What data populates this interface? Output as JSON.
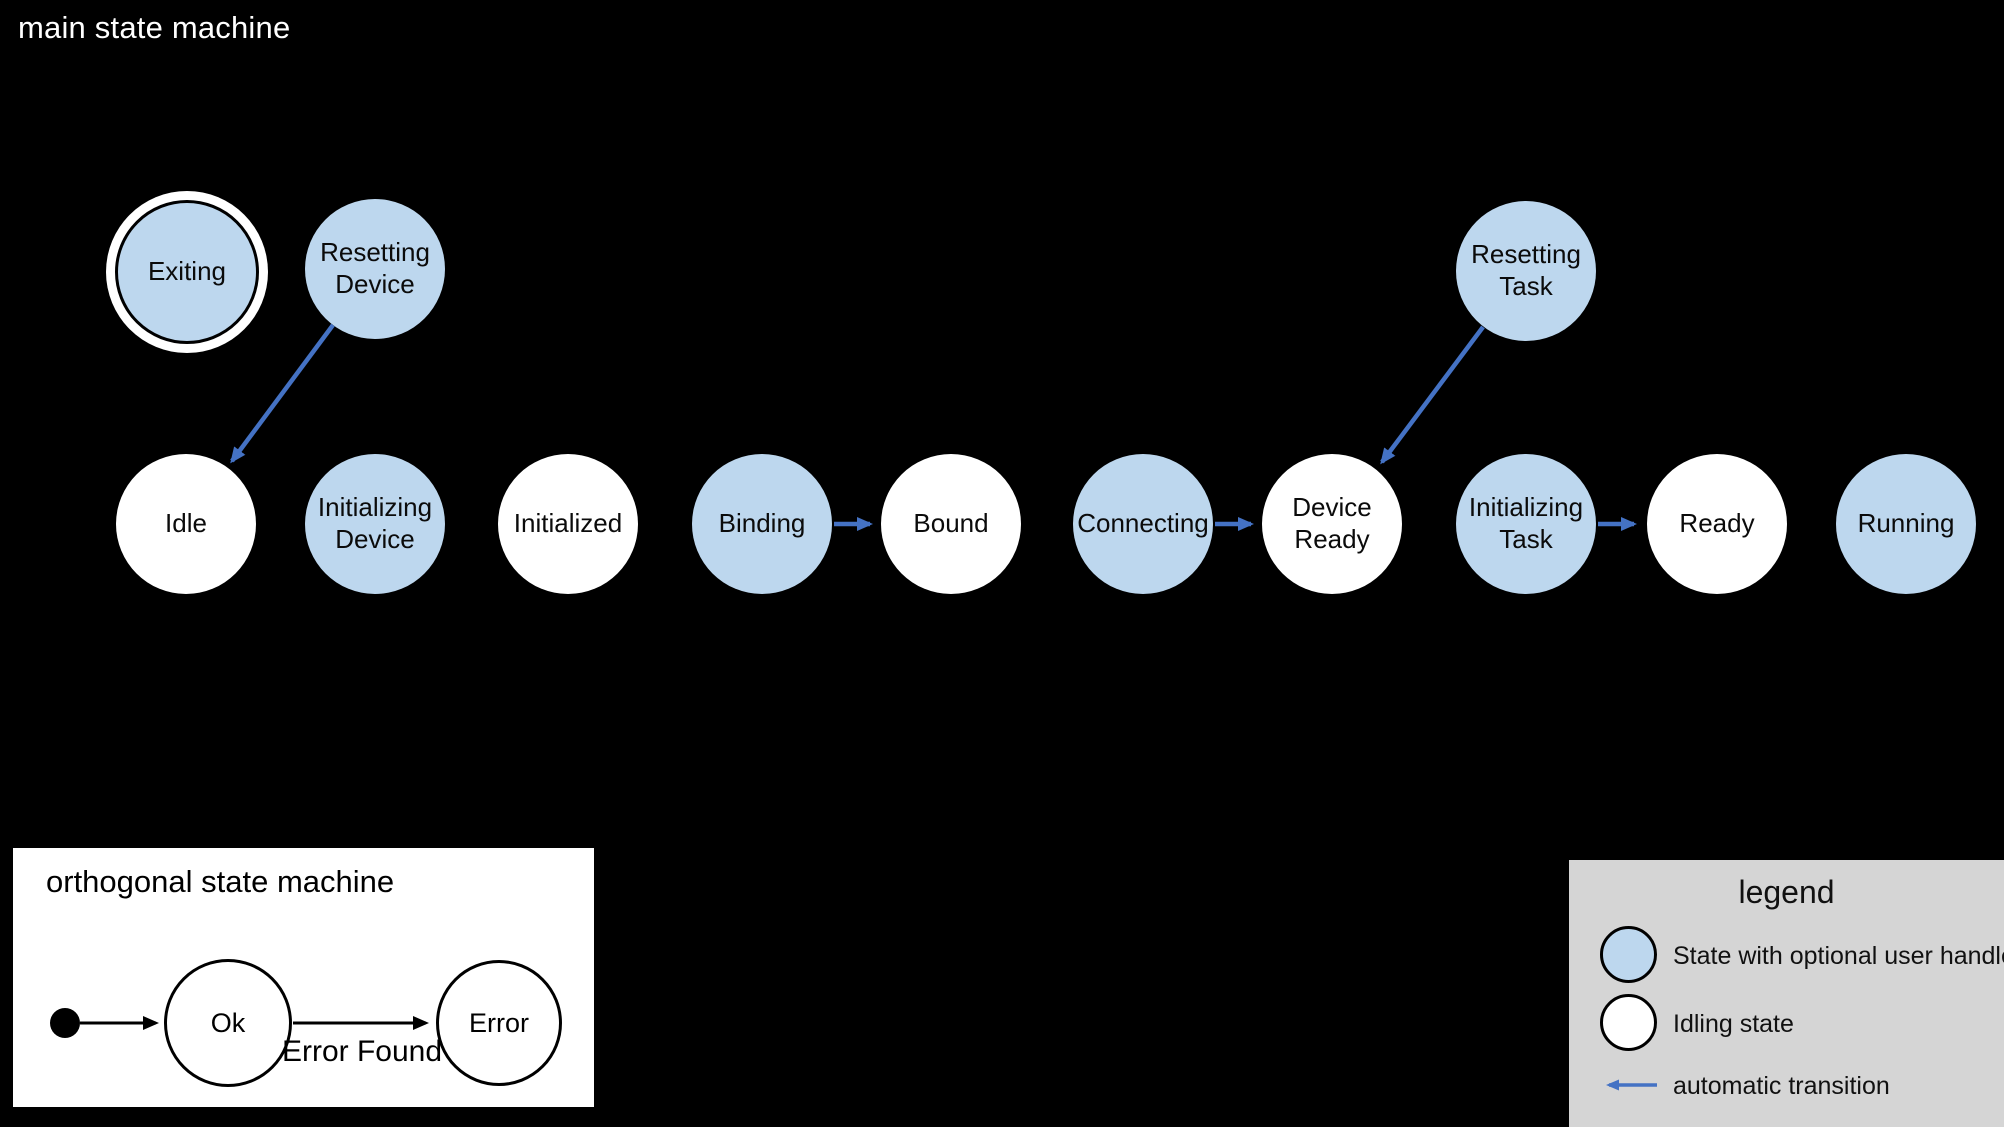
{
  "colors": {
    "background": "#000000",
    "handler_state_fill": "#bdd7ee",
    "idling_state_fill": "#ffffff",
    "automatic_transition_blue": "#4472c4",
    "legend_background": "#d5d5d5",
    "outline": "#000000",
    "title_text": "#ffffff"
  },
  "main": {
    "title": "main state machine",
    "states": [
      {
        "id": "exiting",
        "label": "Exiting",
        "type": "handler",
        "final": true
      },
      {
        "id": "resetting-device",
        "label": "Resetting Device",
        "type": "handler"
      },
      {
        "id": "resetting-task",
        "label": "Resetting Task",
        "type": "handler"
      },
      {
        "id": "idle",
        "label": "Idle",
        "type": "idling"
      },
      {
        "id": "initializing-device",
        "label": "Initializing Device",
        "type": "handler"
      },
      {
        "id": "initialized",
        "label": "Initialized",
        "type": "idling"
      },
      {
        "id": "binding",
        "label": "Binding",
        "type": "handler"
      },
      {
        "id": "bound",
        "label": "Bound",
        "type": "idling"
      },
      {
        "id": "connecting",
        "label": "Connecting",
        "type": "handler"
      },
      {
        "id": "device-ready",
        "label": "Device Ready",
        "type": "idling"
      },
      {
        "id": "initializing-task",
        "label": "Initializing Task",
        "type": "handler"
      },
      {
        "id": "ready",
        "label": "Ready",
        "type": "idling"
      },
      {
        "id": "running",
        "label": "Running",
        "type": "handler"
      }
    ],
    "transitions": [
      {
        "from": "Resetting Device",
        "to": "Idle",
        "kind": "automatic"
      },
      {
        "from": "Resetting Task",
        "to": "Device Ready",
        "kind": "automatic"
      },
      {
        "from": "Binding",
        "to": "Bound",
        "kind": "automatic"
      },
      {
        "from": "Connecting",
        "to": "Device Ready",
        "kind": "automatic"
      },
      {
        "from": "Initializing Task",
        "to": "Ready",
        "kind": "automatic"
      }
    ]
  },
  "orthogonal": {
    "title": "orthogonal state machine",
    "states": [
      {
        "id": "ok",
        "label": "Ok"
      },
      {
        "id": "error",
        "label": "Error"
      }
    ],
    "transitions": [
      {
        "from": "initial",
        "to": "Ok",
        "label": ""
      },
      {
        "from": "Ok",
        "to": "Error",
        "label": "Error Found"
      }
    ]
  },
  "legend": {
    "title": "legend",
    "items": [
      {
        "swatch": "handler-state-circle",
        "label": "State with optional user handler"
      },
      {
        "swatch": "idling-state-circle",
        "label": "Idling state"
      },
      {
        "swatch": "automatic-transition-arrow",
        "label": "automatic transition"
      }
    ]
  }
}
